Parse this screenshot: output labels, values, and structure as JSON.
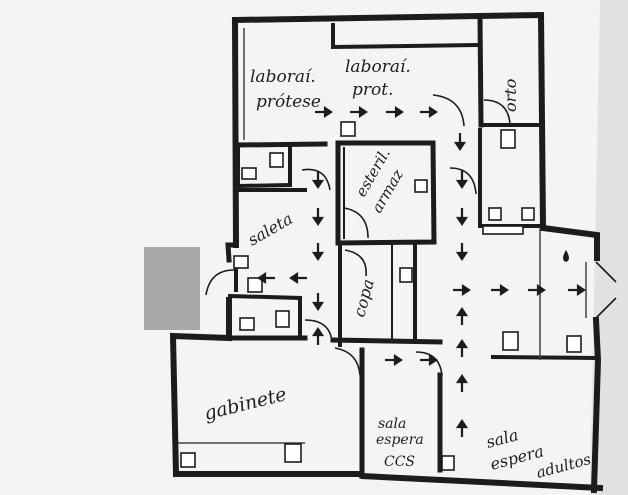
{
  "rooms": {
    "lab_protese": [
      "laboraí.",
      "prótese"
    ],
    "lab_prot": [
      "laboraí.",
      "prot."
    ],
    "orto": "orto",
    "esteril_armaz": [
      "esteril.",
      "armaz"
    ],
    "saleta": "saleta",
    "copa": "copa",
    "gabinete": "gabinete",
    "sala_espera_ccs": [
      "sala",
      "espera",
      "CCS"
    ],
    "sala_espera_adultos": [
      "sala",
      "espera",
      "adultos"
    ]
  },
  "colors": {
    "paper": "#f4f4f2",
    "background": "#d9d9d9",
    "ink": "#1c1c1c",
    "grey_block": "#a9a9a9"
  },
  "icons": [
    "arrow-right-icon",
    "arrow-down-icon",
    "arrow-up-icon",
    "arrow-left-icon",
    "toilet-icon",
    "sink-icon",
    "door-swing-icon",
    "drop-icon"
  ]
}
